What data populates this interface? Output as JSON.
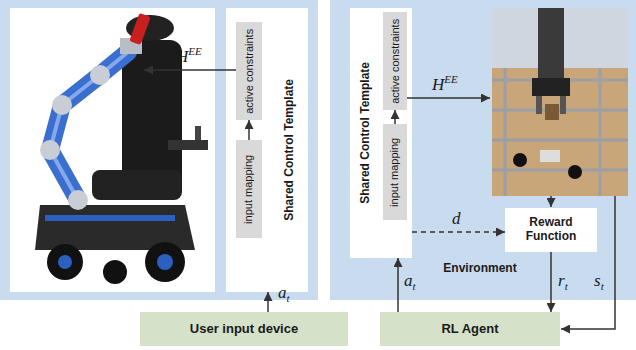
{
  "diagram": {
    "nodes": [
      {
        "text": [
          "Shared Control Template"
        ]
      },
      {
        "text": [
          "active constraints"
        ],
        "in": 0
      },
      {
        "text": [
          "input mapping"
        ],
        "in": 0
      },
      {
        "text": [
          "User input device"
        ]
      },
      {
        "text": [
          "Environment"
        ]
      },
      {
        "text": [
          "Shared Control Template"
        ],
        "in": 4
      },
      {
        "text": [
          "input mapping"
        ],
        "in": 5
      },
      {
        "text": [
          "active constraints"
        ],
        "in": 5
      },
      {
        "text": [
          "Reward Function"
        ],
        "in": 4
      },
      {
        "text": [
          "RL Agent"
        ]
      }
    ],
    "edges": [
      {
        "from": 3,
        "to": 0,
        "label": "at",
        "arrow": "to"
      },
      {
        "from": 2,
        "to": 1,
        "arrow": "to"
      },
      {
        "from": 6,
        "to": 7,
        "arrow": "to"
      },
      {
        "from": 5,
        "to": 8,
        "label": "d",
        "arrow": "to"
      },
      {
        "from": 8,
        "to": 9,
        "label": "rt",
        "arrow": "to"
      },
      {
        "from": 9,
        "to": 5,
        "label": "at",
        "arrow": "to"
      }
    ],
    "labels": [
      "HEE",
      "HEE",
      "st"
    ]
  }
}
